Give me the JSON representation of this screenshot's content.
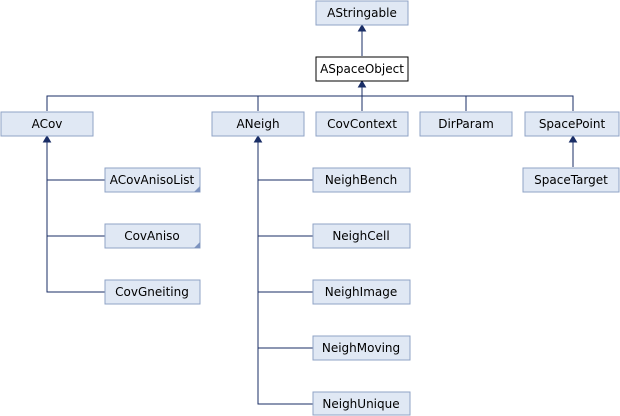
{
  "nodes": {
    "astringable": {
      "label": "AStringable"
    },
    "aspaceobject": {
      "label": "ASpaceObject"
    },
    "acov": {
      "label": "ACov"
    },
    "aneigh": {
      "label": "ANeigh"
    },
    "covcontext": {
      "label": "CovContext"
    },
    "dirparam": {
      "label": "DirParam"
    },
    "spacepoint": {
      "label": "SpacePoint"
    },
    "acovanisolist": {
      "label": "ACovAnisoList"
    },
    "covaniso": {
      "label": "CovAniso"
    },
    "covgneiting": {
      "label": "CovGneiting"
    },
    "neighbench": {
      "label": "NeighBench"
    },
    "neighcell": {
      "label": "NeighCell"
    },
    "neighimage": {
      "label": "NeighImage"
    },
    "neighmoving": {
      "label": "NeighMoving"
    },
    "neighunique": {
      "label": "NeighUnique"
    },
    "spacetarget": {
      "label": "SpaceTarget"
    }
  },
  "colors": {
    "node_fill": "#e0e8f4",
    "node_border": "#8fa3c6",
    "edge": "#1a2e66",
    "current_fill": "#ffffff"
  }
}
